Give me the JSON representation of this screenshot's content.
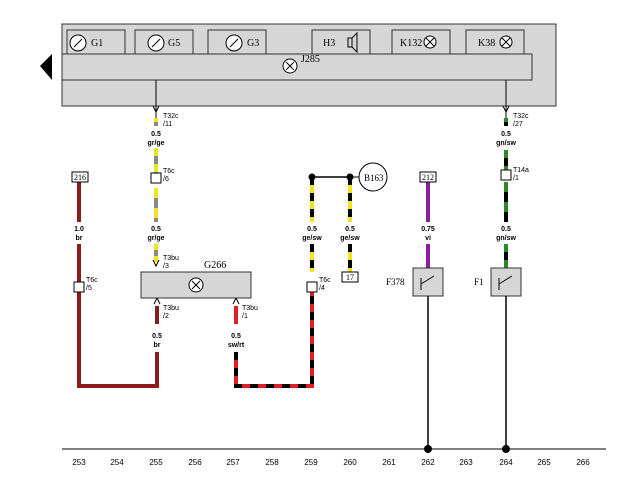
{
  "instrument_cluster": {
    "label": "J285",
    "gauges": [
      "G1",
      "G5",
      "G3"
    ],
    "buzzer": "H3",
    "warning_lamps": [
      "K132",
      "K38"
    ]
  },
  "connectors": {
    "t32c_11": {
      "name": "T32c",
      "pin": "/11"
    },
    "t32c_27": {
      "name": "T32c",
      "pin": "/27"
    },
    "t6c_6": {
      "name": "T6c",
      "pin": "/6"
    },
    "t6c_5": {
      "name": "T6c",
      "pin": "/5"
    },
    "t6c_4": {
      "name": "T6c",
      "pin": "/4"
    },
    "t14a_1": {
      "name": "T14a",
      "pin": "/1"
    },
    "t3bu_3": {
      "name": "T3bu",
      "pin": "/3"
    },
    "t3bu_2": {
      "name": "T3bu",
      "pin": "/2"
    },
    "t3bu_1": {
      "name": "T3bu",
      "pin": "/1"
    }
  },
  "wires": {
    "w_grge_top": {
      "size": "0.5",
      "color": "gr/ge"
    },
    "w_gnsw_top": {
      "size": "0.5",
      "color": "gn/sw"
    },
    "w_grge_mid": {
      "size": "0.5",
      "color": "gr/ge"
    },
    "w_br_216": {
      "size": "1.0",
      "color": "br"
    },
    "w_gesw_a": {
      "size": "0.5",
      "color": "ge/sw"
    },
    "w_gesw_b": {
      "size": "0.5",
      "color": "ge/sw"
    },
    "w_vi": {
      "size": "0.75",
      "color": "vi"
    },
    "w_gnsw_mid": {
      "size": "0.5",
      "color": "gn/sw"
    },
    "w_br_bottom": {
      "size": "0.5",
      "color": "br"
    },
    "w_swrt": {
      "size": "0.5",
      "color": "sw/rt"
    }
  },
  "refs": {
    "r216": "216",
    "r17": "17",
    "r212": "212"
  },
  "components": {
    "sensor": "G266",
    "switch_left": "F378",
    "switch_right": "F1",
    "ground_point": "B163"
  },
  "grid": {
    "numbers": [
      "253",
      "254",
      "255",
      "256",
      "257",
      "258",
      "259",
      "260",
      "261",
      "262",
      "263",
      "264",
      "265",
      "266"
    ]
  },
  "colors": {
    "brown": "#8b1a1a",
    "red": "#e02020",
    "yellow": "#f2e41c",
    "grey": "#8a8a8a",
    "green": "#2a8a2a",
    "violet": "#8a1e9a",
    "black": "#000000",
    "panel": "#d6d6d6"
  }
}
